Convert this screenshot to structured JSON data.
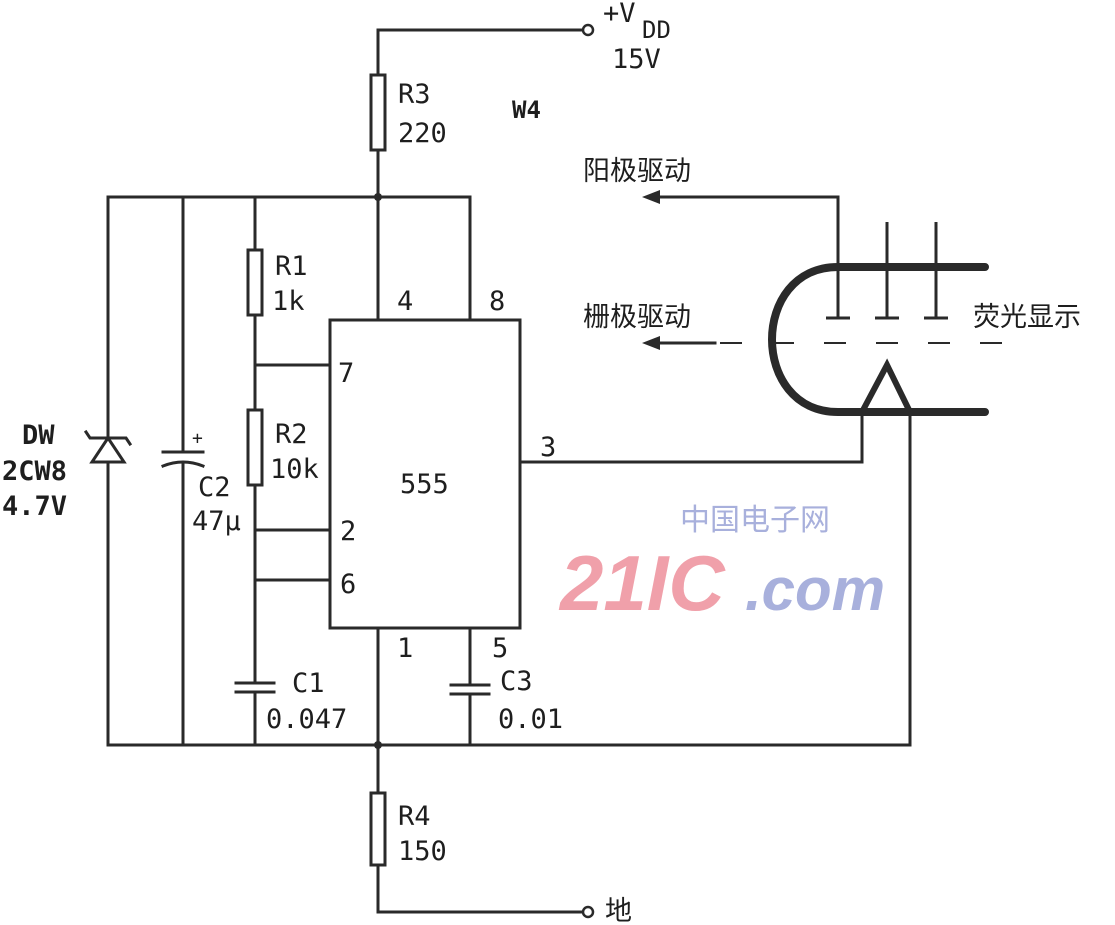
{
  "supply": {
    "label_v": "+V",
    "label_sub": "DD",
    "voltage": "15V"
  },
  "ground": {
    "label": "地"
  },
  "figure_id": "W4",
  "components": {
    "R3": {
      "name": "R3",
      "value": "220"
    },
    "R1": {
      "name": "R1",
      "value": "1k"
    },
    "R2": {
      "name": "R2",
      "value": "10k"
    },
    "R4": {
      "name": "R4",
      "value": "150"
    },
    "C1": {
      "name": "C1",
      "value": "0.047"
    },
    "C2": {
      "name": "C2",
      "value": "47μ",
      "polarity": "+"
    },
    "C3": {
      "name": "C3",
      "value": "0.01"
    },
    "DW": {
      "name": "DW",
      "part": "2CW8",
      "value": "4.7V"
    },
    "IC": {
      "name": "555",
      "pins": {
        "p1": "1",
        "p2": "2",
        "p3": "3",
        "p4": "4",
        "p5": "5",
        "p6": "6",
        "p7": "7",
        "p8": "8"
      }
    }
  },
  "labels": {
    "anode": "阳极驱动",
    "grid": "栅极驱动",
    "display": "荧光显示"
  },
  "watermark": {
    "logo": "21IC",
    "cn": "中国电子网",
    "domain": ".com"
  }
}
